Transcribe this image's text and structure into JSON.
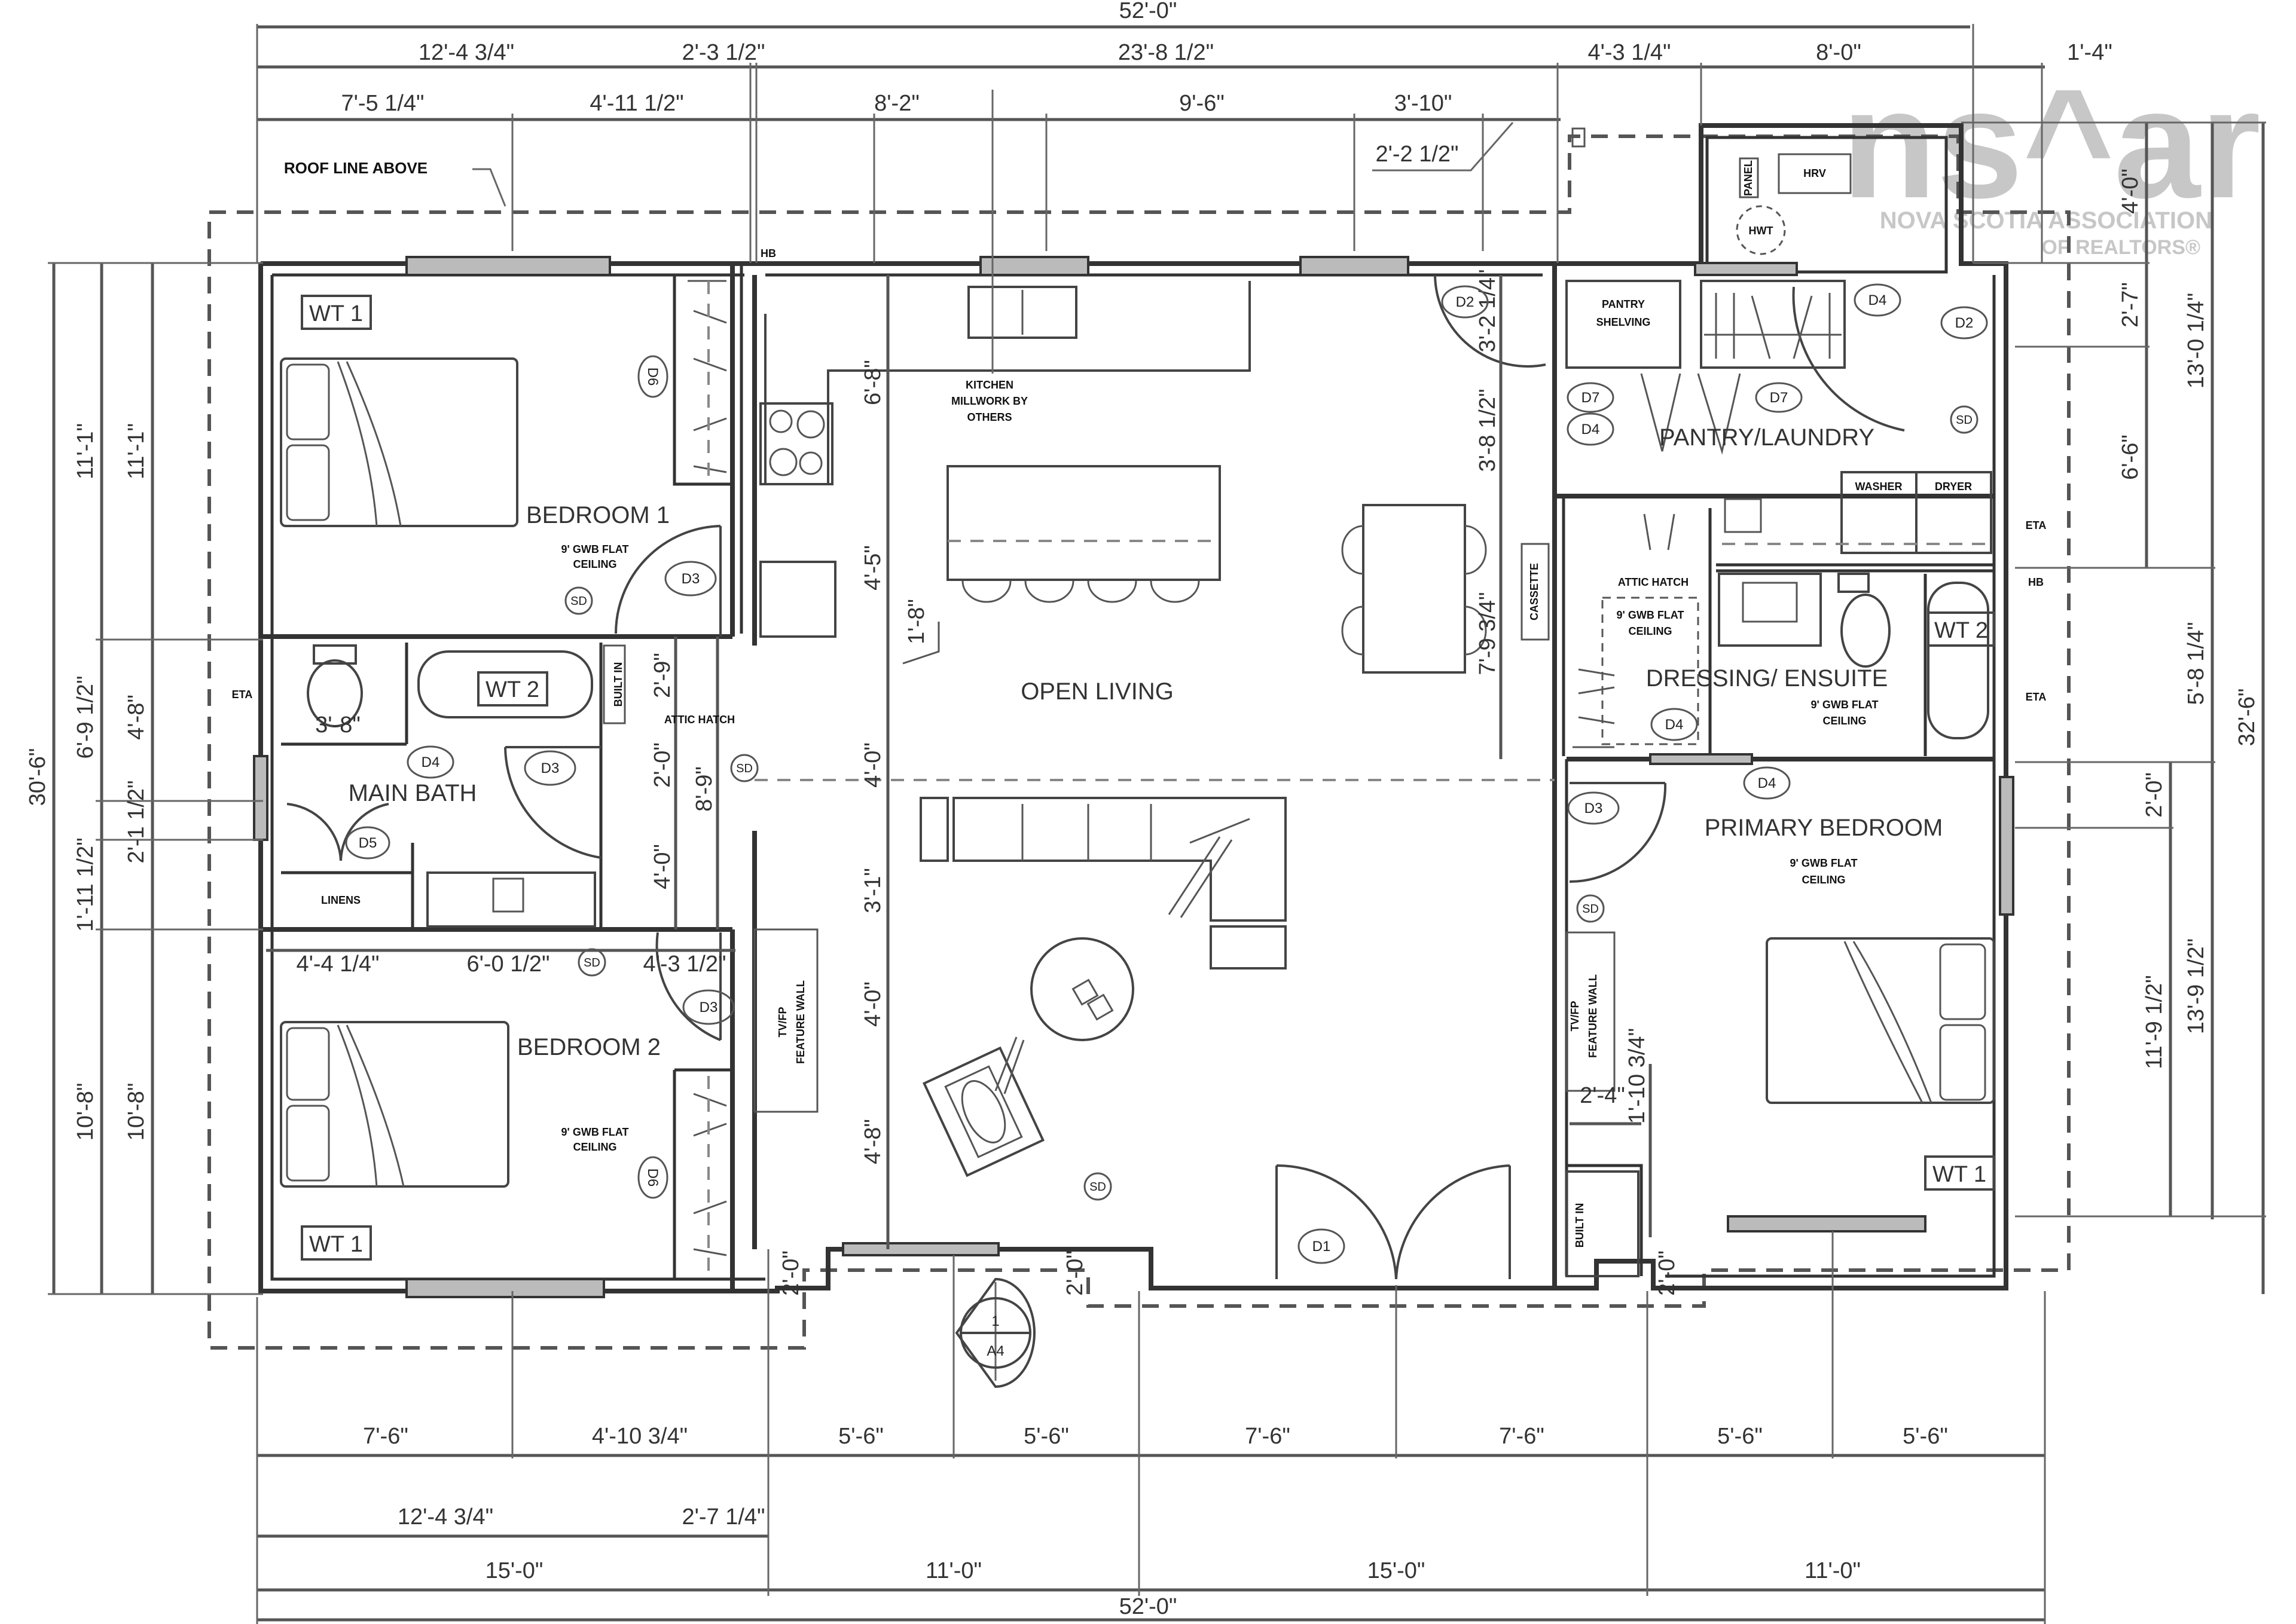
{
  "drawing": {
    "type": "floor-plan",
    "overall_width": "52'-0\"",
    "overall_depth": "32'-6\"",
    "roof_note": "ROOF LINE ABOVE"
  },
  "watermark": {
    "logo": "ns^ar",
    "line1": "NOVA SCOTIA ASSOCIATION",
    "line2": "OF REALTORS®"
  },
  "rooms": {
    "bedroom1": "BEDROOM 1",
    "bedroom2": "BEDROOM 2",
    "main_bath": "MAIN BATH",
    "open_living": "OPEN LIVING",
    "pantry_laundry": "PANTRY/LAUNDRY",
    "dressing_ensuite": "DRESSING/ ENSUITE",
    "primary_bedroom": "PRIMARY BEDROOM"
  },
  "notes": {
    "ceiling": "9' GWB FLAT",
    "ceiling2": "CEILING",
    "kitchen1": "KITCHEN",
    "kitchen2": "MILLWORK BY",
    "kitchen3": "OTHERS",
    "pantry_shelving1": "PANTRY",
    "pantry_shelving2": "SHELVING",
    "attic_hatch": "ATTIC HATCH",
    "built_in": "BUILT IN",
    "linens": "LINENS",
    "washer": "WASHER",
    "dryer": "DRYER",
    "cassette": "CASSETTE",
    "tv_feature1": "TV/FP",
    "tv_feature2": "FEATURE WALL",
    "hrv": "HRV",
    "hwt": "HWT",
    "panel": "PANEL",
    "eta": "ETA",
    "hb": "HB"
  },
  "tags": {
    "wt1": "WT 1",
    "wt2": "WT 2",
    "d1": "D1",
    "d2": "D2",
    "d3": "D3",
    "d4": "D4",
    "d5": "D5",
    "d6": "D6",
    "d7": "D7",
    "sd": "SD",
    "section_num": "1",
    "section_sheet": "A4"
  },
  "dims": {
    "top": {
      "overall": "52'-0\"",
      "row2": [
        "12'-4 3/4\"",
        "2'-3 1/2\"",
        "23'-8 1/2\"",
        "4'-3 1/4\"",
        "8'-0\"",
        "1'-4\""
      ],
      "row3": [
        "7'-5 1/4\"",
        "4'-11 1/2\"",
        "8'-2\"",
        "9'-6\"",
        "3'-10\""
      ],
      "callout": "2'-2 1/2\""
    },
    "bottom": {
      "row1": [
        "7'-6\"",
        "4'-10 3/4\"",
        "5'-6\"",
        "5'-6\"",
        "7'-6\"",
        "7'-6\"",
        "5'-6\"",
        "5'-6\""
      ],
      "row2": [
        "12'-4 3/4\"",
        "2'-7 1/4\""
      ],
      "row3": [
        "15'-0\"",
        "11'-0\"",
        "15'-0\"",
        "11'-0\""
      ],
      "overall": "52'-0\""
    },
    "left": {
      "overall": "30'-6\"",
      "col2": [
        "11'-1\"",
        "6'-9 1/2\"",
        "1'-11 1/2\"",
        "10'-8\""
      ],
      "col3": [
        "11'-1\"",
        "4'-8\"",
        "2'-1 1/2\"",
        "10'-8\""
      ]
    },
    "right": {
      "overall": "32'-6\"",
      "col1": [
        "4'-0\"",
        "2'-7\"",
        "6'-6\"",
        "2'-0\"",
        "11'-9 1/2\""
      ],
      "col2": [
        "13'-0 1/4\"",
        "5'-8 1/4\"",
        "13'-9 1/2\""
      ]
    },
    "interior": {
      "bath_row": [
        "4'-4 1/4\"",
        "6'-0 1/2\"",
        "4'-3 1/2\""
      ],
      "hall_vertical": [
        "2'-9\"",
        "2'-0\"",
        "4'-0\"",
        "8'-9\""
      ],
      "toilet": "3'-8\"",
      "kitchen_vertical": [
        "6'-8\"",
        "4'-5\"",
        "1'-8\""
      ],
      "living_vertical": [
        "4'-0\"",
        "3'-1\"",
        "4'-0\"",
        "4'-8\""
      ],
      "entry_right": [
        "3'-2 1/4\"",
        "3'-8 1/2\"",
        "7'-9 3/4\""
      ],
      "primary": [
        "2'-4\"",
        "1'-10 3/4\""
      ],
      "porch": [
        "2'-0\"",
        "2'-0\"",
        "2'-0\""
      ]
    }
  }
}
